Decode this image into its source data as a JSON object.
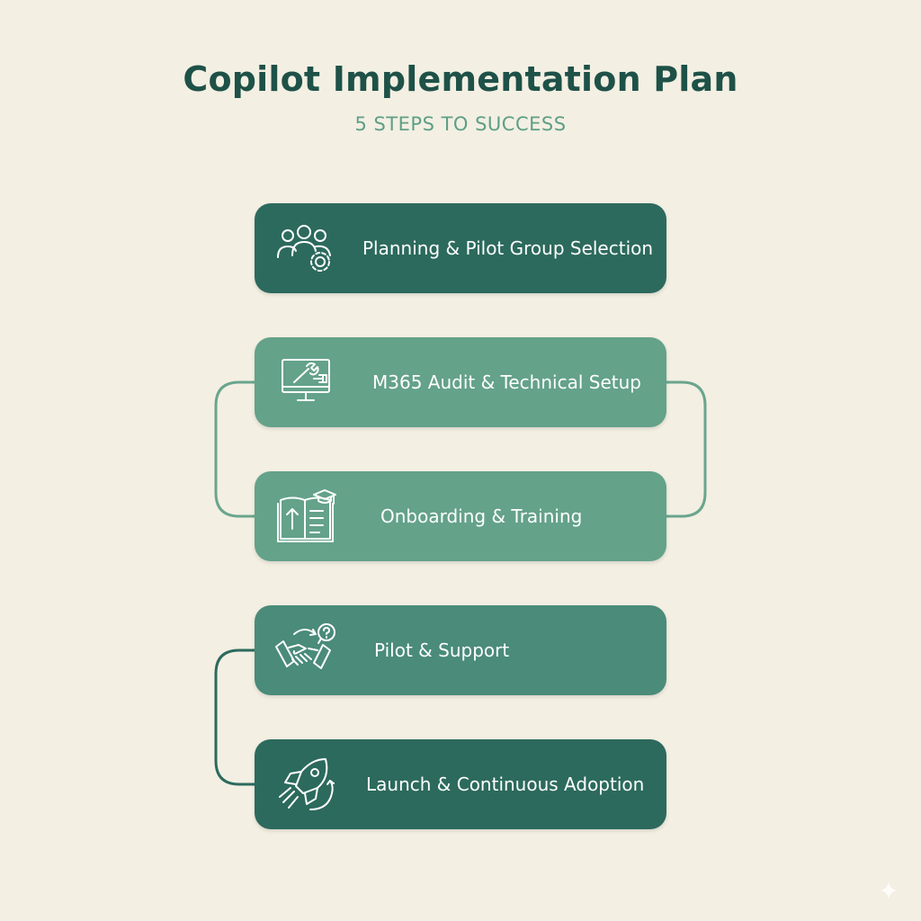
{
  "header": {
    "title": "Copilot Implementation Plan",
    "subtitle": "5 STEPS TO SUCCESS"
  },
  "steps": [
    {
      "label": "Planning & Pilot Group Selection",
      "icon": "team-gear-icon",
      "color": "#2c6a5d"
    },
    {
      "label": "M365 Audit & Technical Setup",
      "icon": "monitor-wrench-icon",
      "color": "#64a28a"
    },
    {
      "label": "Onboarding & Training",
      "icon": "book-graduation-cap-icon",
      "color": "#64a28a"
    },
    {
      "label": "Pilot & Support",
      "icon": "handshake-question-icon",
      "color": "#4a8b79"
    },
    {
      "label": "Launch & Continuous Adoption",
      "icon": "rocket-icon",
      "color": "#2c6a5d"
    }
  ],
  "colors": {
    "background": "#f3efe3",
    "title": "#1e5148",
    "subtitle": "#5e9f86",
    "connector": "#6aa58d"
  }
}
